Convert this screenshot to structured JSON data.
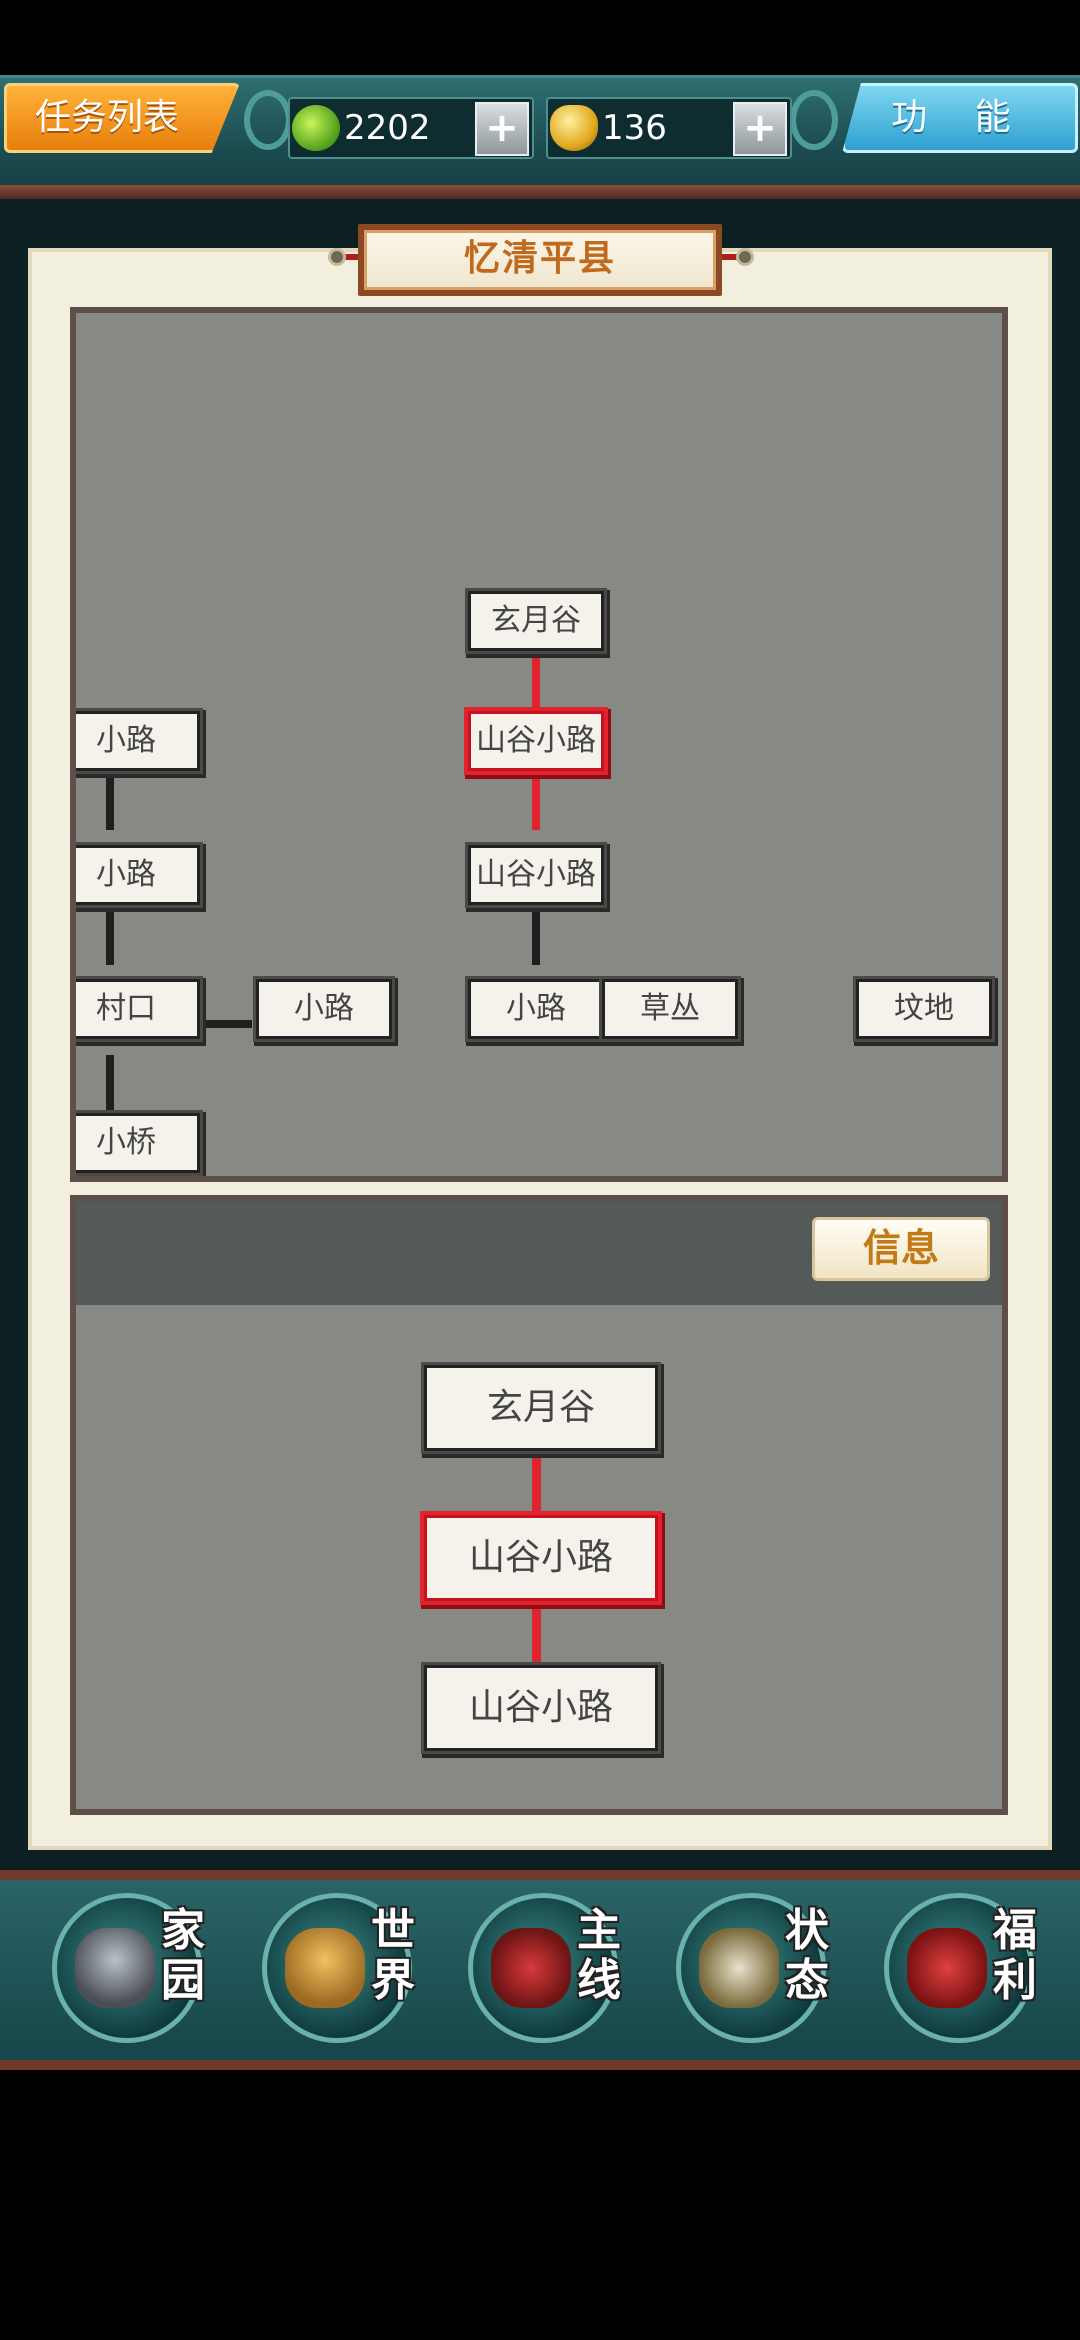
{
  "header": {
    "task_list_label": "任务列表",
    "function_label": "功 能",
    "jade_amount": "2202",
    "gold_amount": "136",
    "plus_label": "+"
  },
  "region": {
    "title": "忆清平县"
  },
  "map": {
    "nodes": [
      {
        "id": "xuanyuegu",
        "label": "玄月谷"
      },
      {
        "id": "shangu-active",
        "label": "山谷小路"
      },
      {
        "id": "shangu2",
        "label": "山谷小路"
      },
      {
        "id": "xiaolu-center",
        "label": "小路"
      },
      {
        "id": "caocong",
        "label": "草丛"
      },
      {
        "id": "fendi",
        "label": "坟地"
      },
      {
        "id": "xiaolu-mid",
        "label": "小路"
      },
      {
        "id": "cunkou",
        "label": "村口"
      },
      {
        "id": "xiaolu-left-top",
        "label": "小路"
      },
      {
        "id": "xiaolu-left-mid",
        "label": "小路"
      },
      {
        "id": "xiaoqiao",
        "label": "小桥"
      }
    ]
  },
  "info": {
    "button_label": "信息",
    "nodes": [
      {
        "id": "xuanyuegu",
        "label": "玄月谷"
      },
      {
        "id": "shangu-active",
        "label": "山谷小路"
      },
      {
        "id": "shangu2",
        "label": "山谷小路"
      }
    ]
  },
  "nav": {
    "items": [
      {
        "id": "home",
        "line1": "家",
        "line2": "园"
      },
      {
        "id": "world",
        "line1": "世",
        "line2": "界"
      },
      {
        "id": "main",
        "line1": "主",
        "line2": "线"
      },
      {
        "id": "status",
        "line1": "状",
        "line2": "态"
      },
      {
        "id": "welfare",
        "line1": "福",
        "line2": "利"
      }
    ]
  },
  "colors": {
    "accent_active": "#e0232e",
    "panel_bg": "#878984"
  }
}
